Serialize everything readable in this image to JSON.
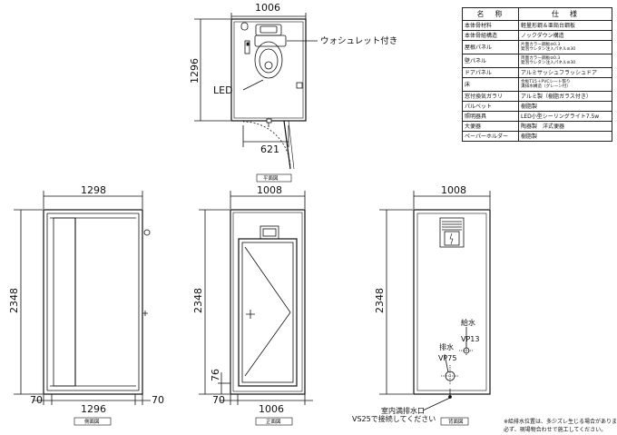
{
  "plan": {
    "width": "1006",
    "depth": "1296",
    "door": "621",
    "washlet": "ウォシュレット付き",
    "led": "LED",
    "caption": "平面図"
  },
  "side": {
    "top_width": "1298",
    "bottom_width": "1296",
    "height": "2348",
    "left_margin": "70",
    "right_margin": "70",
    "caption": "側面図"
  },
  "front": {
    "width_top": "1008",
    "width_bottom": "1006",
    "height": "2348",
    "step": "76",
    "left_margin": "70",
    "caption": "正面図"
  },
  "back": {
    "width": "1008",
    "height": "2348",
    "water_supply": "給水",
    "water_supply_spec": "VP13",
    "drain": "排水",
    "drain_spec": "VP75",
    "floor_drain": "室内満排水口",
    "floor_drain_spec": "VS25で接続してください",
    "caption": "背面図"
  },
  "spec_table": {
    "headers": [
      "名　称",
      "仕　様"
    ],
    "rows": [
      {
        "name": "本体骨材料",
        "value": "軽量形鋼＆亜鉛台鋼板"
      },
      {
        "name": "本体骨組構造",
        "value": "ノックダウン構造"
      },
      {
        "name": "屋根パネル",
        "value": "片面カラー鋼板⊘0.3\n発泡ウレタン注入パネル⊘30"
      },
      {
        "name": "壁パネル",
        "value": "両面カラー鋼板⊘0.3\n発泡ウレタン注入パネル⊘30"
      },
      {
        "name": "ドアパネル",
        "value": "アルミサッシュフラッシュドア"
      },
      {
        "name": "床",
        "value": "合板T15＋PVCシート張り\n溝排水構造（グレーン付）"
      },
      {
        "name": "窓付換気ガラリ",
        "value": "アルミ製（樹脂ガラス付き）"
      },
      {
        "name": "パルベット",
        "value": "樹脂製"
      },
      {
        "name": "照明器具",
        "value": "LED小型シーリングライト7.5w"
      },
      {
        "name": "大便器",
        "value": "陶器製　洋式便器"
      },
      {
        "name": "ペーパーホルダー",
        "value": "樹脂製"
      }
    ]
  },
  "note": {
    "line1": "※給排水位置は、多少ズレ生じる場合があります。",
    "line2": "必ず、現場物合わせで施工してください。"
  }
}
